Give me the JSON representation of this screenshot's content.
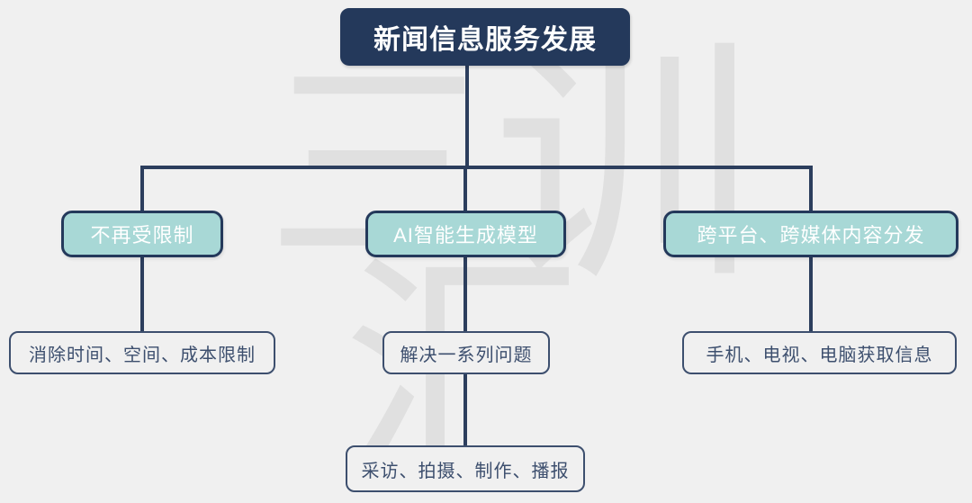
{
  "diagram": {
    "type": "org-tree",
    "background_color": "#f0f0f0",
    "root": {
      "label": "新闻信息服务发展",
      "fill_color": "#24395b",
      "text_color": "#ffffff"
    },
    "branches": [
      {
        "label": "不再受限制",
        "fill_color": "#a8d8d6",
        "text_color": "#ffffff",
        "children": [
          {
            "label": "消除时间、空间、成本限制",
            "fill_color": "#f0f0f0",
            "text_color": "#3d4f6e"
          }
        ]
      },
      {
        "label": "AI智能生成模型",
        "fill_color": "#a8d8d6",
        "text_color": "#ffffff",
        "children": [
          {
            "label": "解决一系列问题",
            "fill_color": "#f0f0f0",
            "text_color": "#3d4f6e",
            "children": [
              {
                "label": "采访、拍摄、制作、播报",
                "fill_color": "#f0f0f0",
                "text_color": "#3d4f6e"
              }
            ]
          }
        ]
      },
      {
        "label": "跨平台、跨媒体内容分发",
        "fill_color": "#a8d8d6",
        "text_color": "#ffffff",
        "children": [
          {
            "label": "手机、电视、电脑获取信息",
            "fill_color": "#f0f0f0",
            "text_color": "#3d4f6e"
          }
        ]
      }
    ],
    "connector_color": "#2c3e5d",
    "watermark": {
      "characters": [
        "三",
        "训",
        "汇"
      ],
      "color": "#e0e0e0"
    }
  }
}
